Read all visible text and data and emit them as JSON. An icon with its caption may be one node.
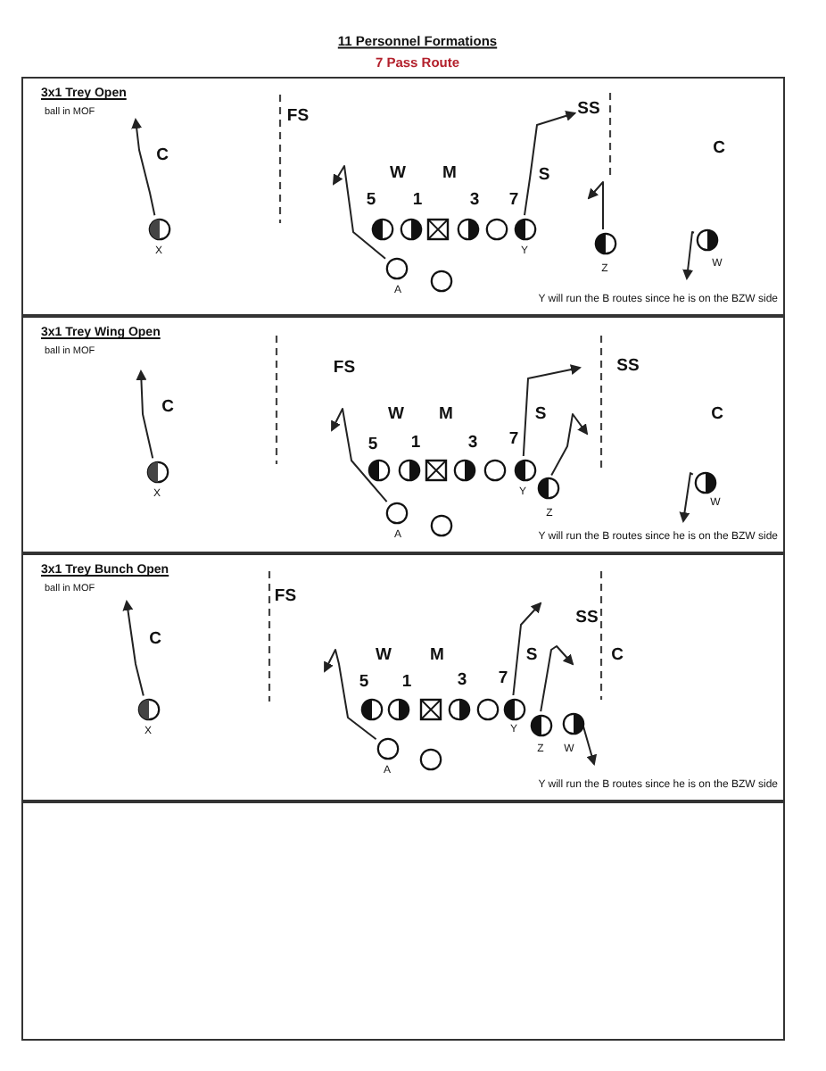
{
  "diagram": {
    "title": "11 Personnel Formations",
    "nodes": [
      {
        "text": [
          "3x1 Trey Open",
          "ball in MOF",
          "Y will run the B routes since he is on the BZW side"
        ]
      },
      {
        "text": [
          "SS"
        ],
        "in": 0
      },
      {
        "text": [],
        "shape": "circle",
        "in": 0,
        "beside": [
          "X"
        ]
      },
      {
        "text": [],
        "shape": "circle",
        "in": 0
      },
      {
        "text": [],
        "shape": "circle",
        "in": 0
      },
      {
        "text": [],
        "shape": "box",
        "in": 0
      },
      {
        "text": [],
        "shape": "circle",
        "in": 0
      },
      {
        "text": [],
        "shape": "circle",
        "in": 0
      },
      {
        "text": [],
        "shape": "circle",
        "in": 0,
        "beside": [
          "Y"
        ]
      },
      {
        "text": [],
        "shape": "circle",
        "in": 0,
        "beside": [
          "Z"
        ]
      },
      {
        "text": [],
        "shape": "circle",
        "in": 0,
        "beside": [
          "W"
        ]
      },
      {
        "text": [],
        "shape": "circle",
        "in": 0,
        "beside": [
          "A"
        ]
      },
      {
        "text": [],
        "shape": "circle",
        "in": 0
      },
      {
        "text": [
          "3x1 Trey Wing Open",
          "ball in MOF",
          "Y will run the B routes since he is on the BZW side"
        ]
      },
      {
        "text": [],
        "shape": "circle",
        "in": 13,
        "beside": [
          "X"
        ]
      },
      {
        "text": [],
        "shape": "circle",
        "in": 13
      },
      {
        "text": [],
        "shape": "circle",
        "in": 13
      },
      {
        "text": [],
        "shape": "box",
        "in": 13
      },
      {
        "text": [],
        "shape": "circle",
        "in": 13
      },
      {
        "text": [],
        "shape": "circle",
        "in": 13
      },
      {
        "text": [],
        "shape": "circle",
        "in": 13,
        "beside": [
          "Y"
        ]
      },
      {
        "text": [],
        "shape": "circle",
        "in": 13,
        "beside": [
          "Z"
        ]
      },
      {
        "text": [],
        "shape": "circle",
        "in": 13,
        "beside": [
          "W"
        ]
      },
      {
        "text": [],
        "shape": "circle",
        "in": 13,
        "beside": [
          "A"
        ]
      },
      {
        "text": [],
        "shape": "circle",
        "in": 13
      },
      {
        "text": [
          "3x1 Trey Bunch Open",
          "ball in MOF",
          "Y will run the B routes since he is on the BZW side"
        ]
      },
      {
        "text": [],
        "shape": "circle",
        "in": 25,
        "beside": [
          "X"
        ]
      },
      {
        "text": [],
        "shape": "circle",
        "in": 25
      },
      {
        "text": [],
        "shape": "circle",
        "in": 25
      },
      {
        "text": [],
        "shape": "box",
        "in": 25
      },
      {
        "text": [],
        "shape": "circle",
        "in": 25
      },
      {
        "text": [],
        "shape": "circle",
        "in": 25
      },
      {
        "text": [],
        "shape": "circle",
        "in": 25,
        "beside": [
          "Y"
        ]
      },
      {
        "text": [],
        "shape": "circle",
        "in": 25,
        "beside": [
          "Z"
        ]
      },
      {
        "text": [],
        "shape": "circle",
        "in": 25,
        "beside": [
          "W"
        ]
      },
      {
        "text": [],
        "shape": "circle",
        "in": 25,
        "beside": [
          "A"
        ]
      },
      {
        "text": [],
        "shape": "circle",
        "in": 25
      },
      {
        "text": [],
        "shape": "box"
      }
    ],
    "edges": [
      {
        "from": 2,
        "to": null,
        "arrow": "to"
      },
      {
        "from": 11,
        "to": null,
        "arrow": "to"
      },
      {
        "from": 8,
        "to": 1,
        "arrow": "to"
      },
      {
        "from": 9,
        "to": null,
        "arrow": "to"
      },
      {
        "from": 10,
        "to": null,
        "arrow": "to"
      },
      {
        "from": 14,
        "to": null,
        "arrow": "to"
      },
      {
        "from": 23,
        "to": null,
        "arrow": "to"
      },
      {
        "from": 20,
        "to": null,
        "arrow": "to"
      },
      {
        "from": 21,
        "to": null,
        "arrow": "to"
      },
      {
        "from": 22,
        "to": null,
        "arrow": "to"
      },
      {
        "from": 26,
        "to": null,
        "arrow": "to"
      },
      {
        "from": 35,
        "to": null,
        "arrow": "to"
      },
      {
        "from": 32,
        "to": null,
        "arrow": "to"
      },
      {
        "from": 33,
        "to": null,
        "arrow": "to"
      },
      {
        "from": 34,
        "to": null,
        "arrow": "to"
      }
    ],
    "labels": [
      "7 Pass Route",
      "FS",
      "C",
      "C",
      "W",
      "M",
      "S",
      "5",
      "1",
      "3",
      "7",
      "FS",
      "SS",
      "C",
      "W",
      "M",
      "S",
      "C",
      "5",
      "1",
      "3",
      "7",
      "FS",
      "SS",
      "C",
      "W",
      "M",
      "S",
      "C",
      "5",
      "1",
      "3",
      "7"
    ]
  }
}
